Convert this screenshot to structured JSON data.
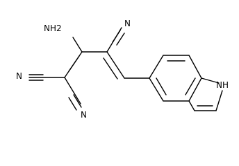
{
  "molecule": {
    "labels": {
      "amino": "NH2",
      "nitrile_top": "N",
      "nitrile_left": "N",
      "nitrile_bottom": "N",
      "indole_nh": "NH"
    },
    "colors": {
      "bond": "#000000",
      "background": "#ffffff"
    }
  }
}
